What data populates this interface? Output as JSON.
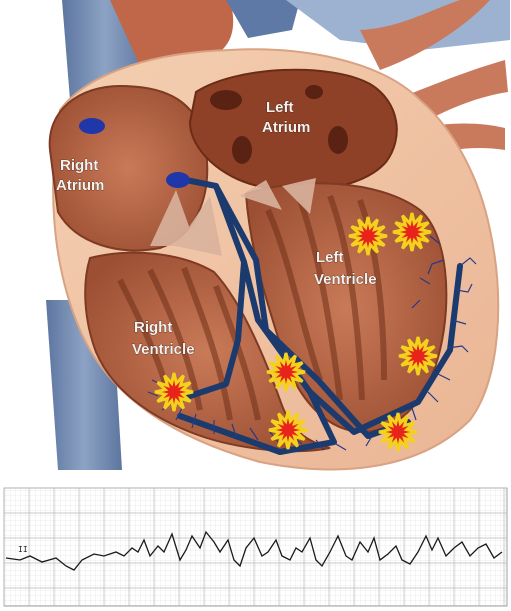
{
  "labels": {
    "right_atrium_1": "Right",
    "right_atrium_2": "Atrium",
    "left_atrium_1": "Left",
    "left_atrium_2": "Atrium",
    "left_ventricle_1": "Left",
    "left_ventricle_2": "Ventricle",
    "right_ventricle_1": "Right",
    "right_ventricle_2": "Ventricle"
  },
  "ecg": {
    "lead_mark": "II"
  },
  "colors": {
    "conduction_path": "#1b3a6e",
    "nodes": "#1f37a8",
    "ectopic_burst_fill": "#e8231c",
    "ectopic_burst_outline": "#f4d21c",
    "myocardium": "#a8593b",
    "pericardium": "#f3c7a6",
    "vessels_blue": "#6f86a8"
  },
  "icons": {
    "ectopic_focus": "starburst-icon"
  }
}
